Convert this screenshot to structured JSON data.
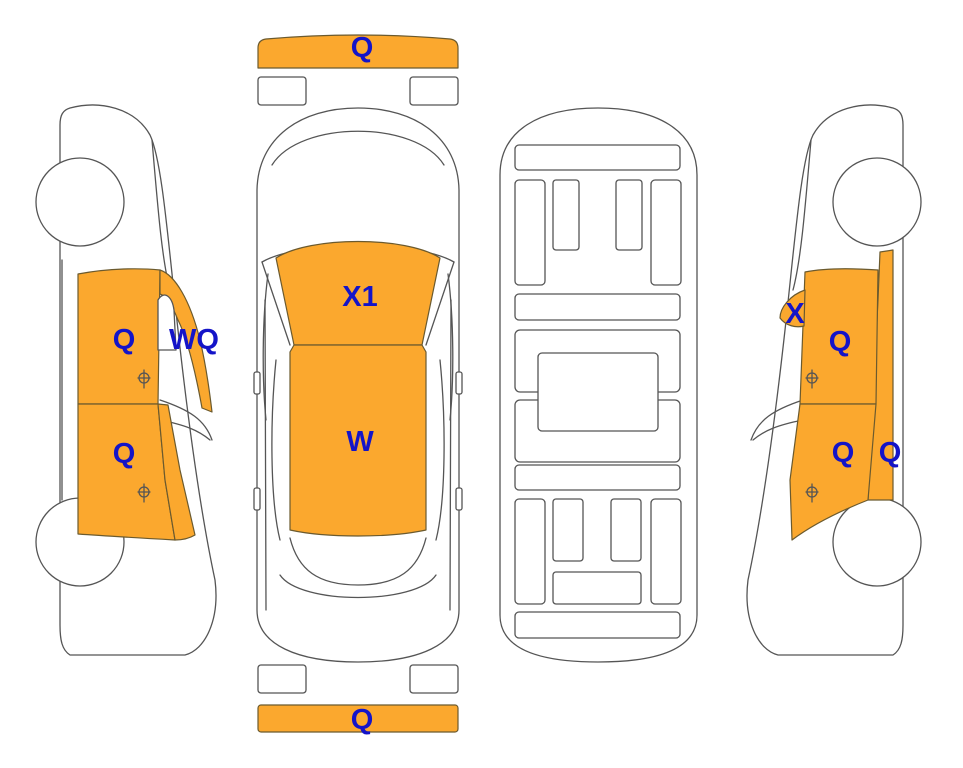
{
  "colors": {
    "damage_fill": "#FBA82E",
    "code_text": "#1414C8",
    "outline": "#555555"
  },
  "codes": {
    "front_bumper": "Q",
    "rear_bumper": "Q",
    "roof_front": "X1",
    "roof_rear": "W",
    "left_front_door": "Q",
    "left_rear_door": "Q",
    "left_pillar": "WQ",
    "right_front_door": "Q",
    "right_rear_door": "Q",
    "right_rear_pillar": "Q",
    "right_quarter_window": "X"
  }
}
